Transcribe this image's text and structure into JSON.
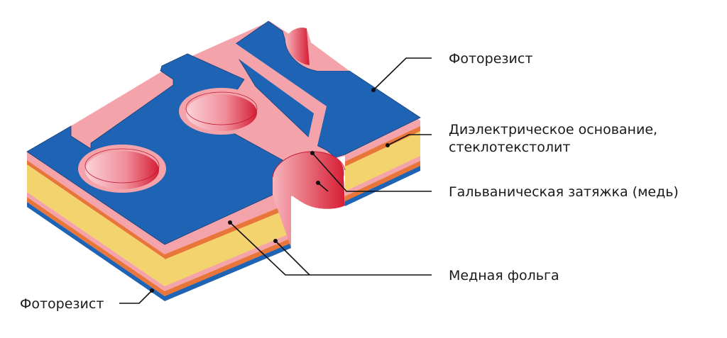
{
  "labels": {
    "photoresist_top": "Фоторезист",
    "dielectric_line1": "Диэлектрическое основание,",
    "dielectric_line2": "стеклотекстолит",
    "plating": "Гальваническая затяжка (медь)",
    "copper_foil": "Медная фольга",
    "photoresist_bottom": "Фоторезист"
  },
  "colors": {
    "photoresist": "#1f63b5",
    "dielectric": "#f3d36e",
    "copper_foil": "#e8753a",
    "plating": "#f4a3ab",
    "hole_wall_dark": "#d9233a",
    "hole_wall_light": "#fbd0d5",
    "leader": "#111111"
  }
}
